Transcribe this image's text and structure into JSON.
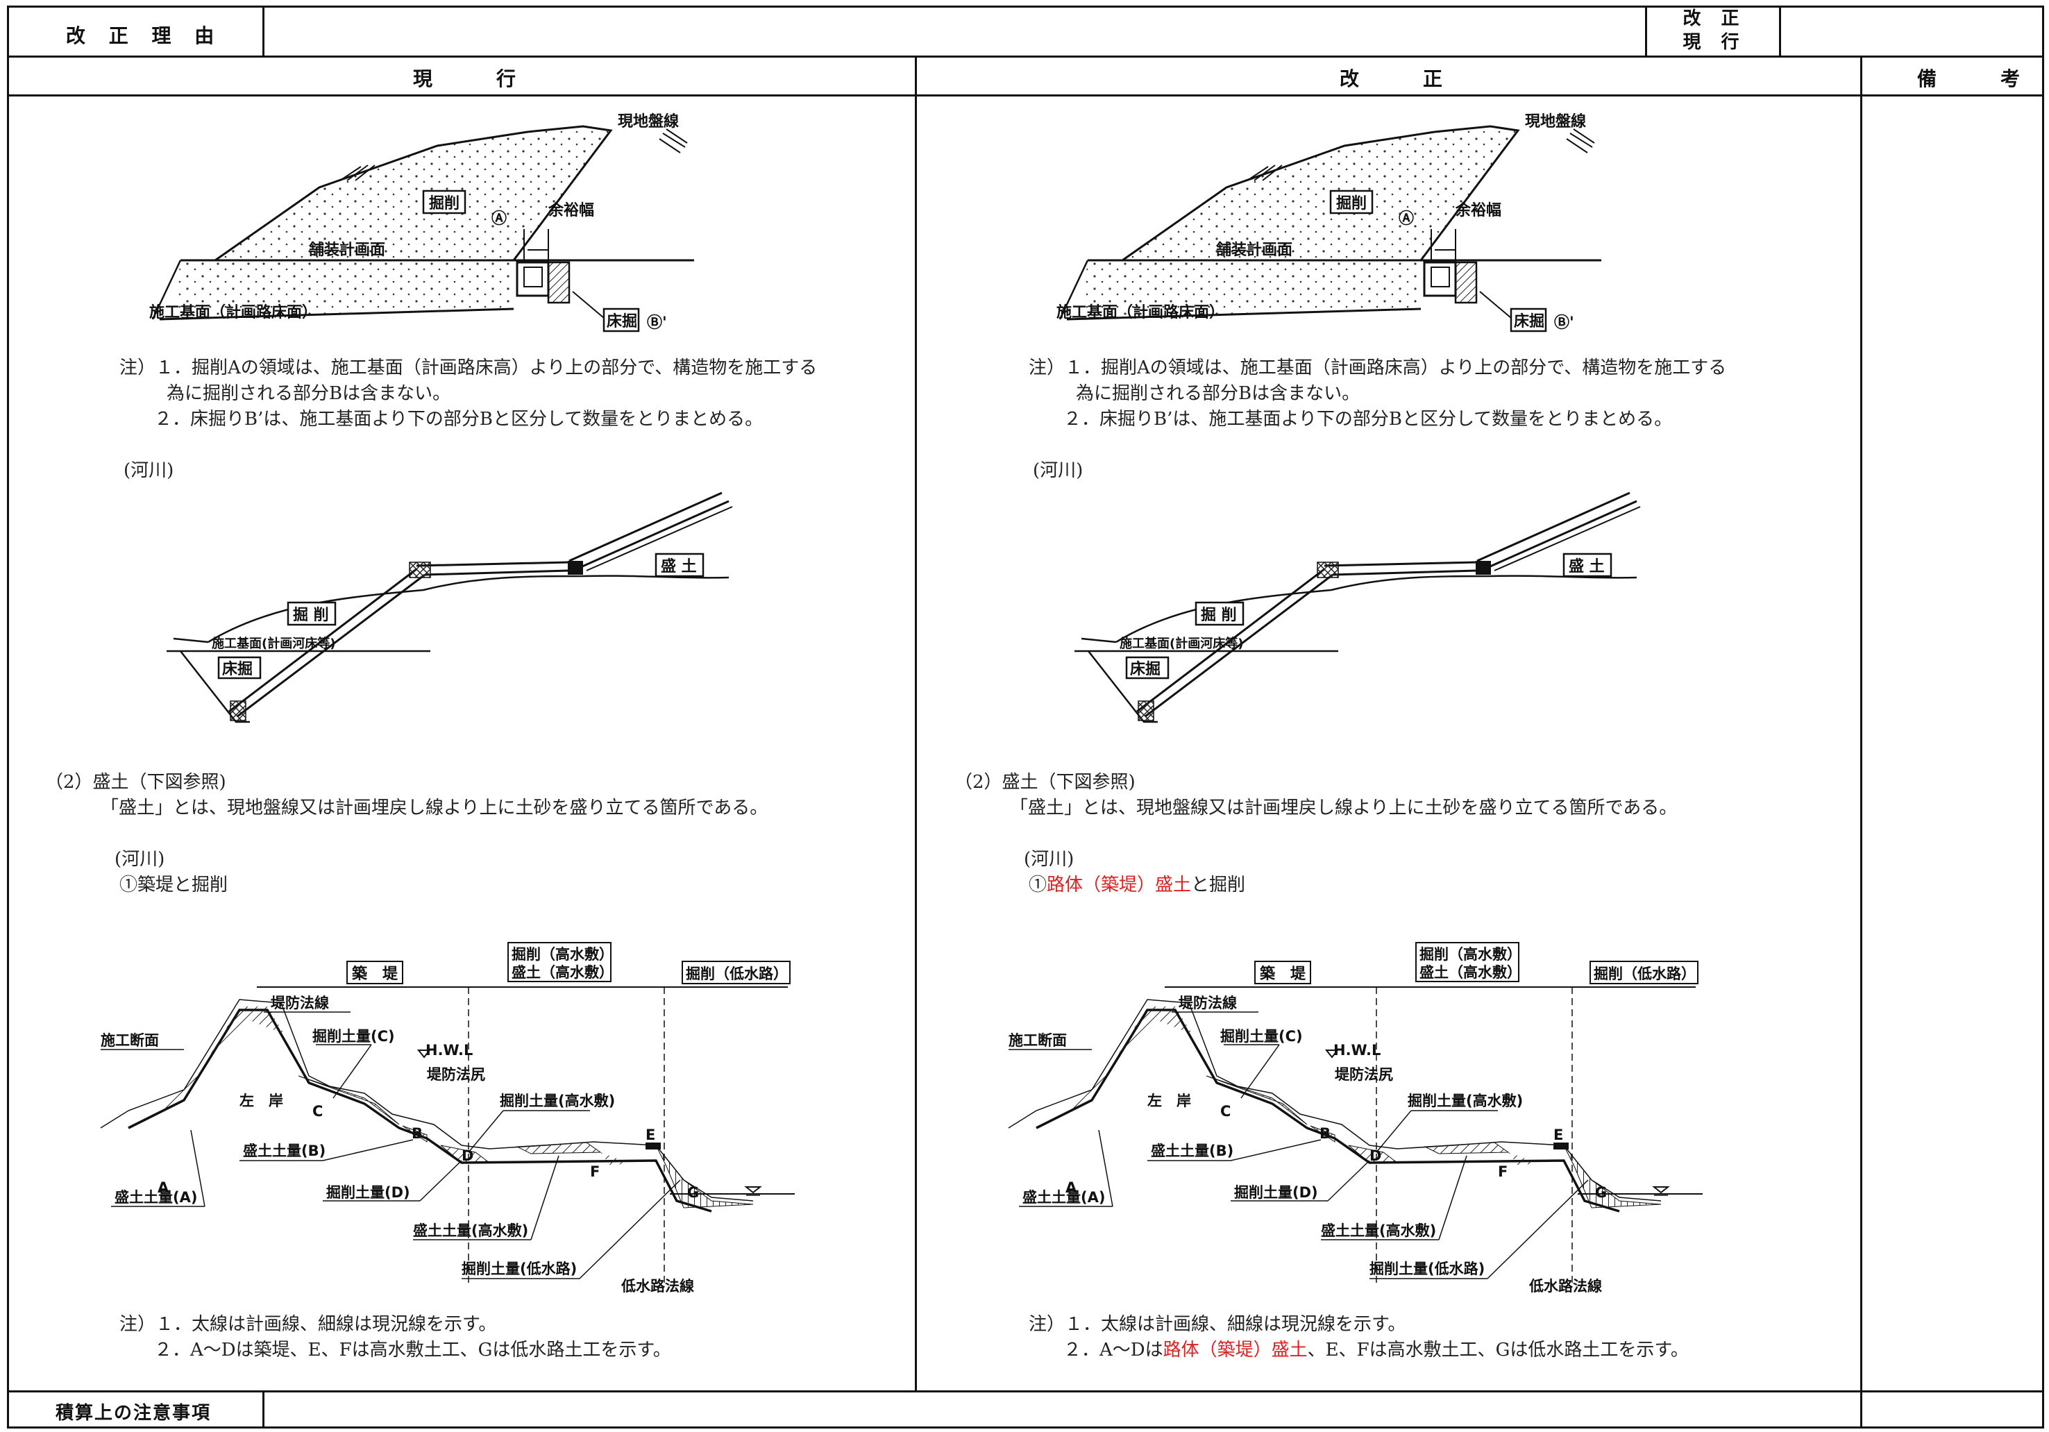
{
  "header": {
    "reason_label": "改 正 理 由",
    "kaisei_genkou_top": "改 正",
    "kaisei_genkou_bottom": "現 行",
    "col_current": "現　　行",
    "col_revised": "改　　正",
    "col_notes": "備　　考",
    "footer_label": "積算上の注意事項"
  },
  "diagram1": {
    "ground_line": "現地盤線",
    "excavation": "掘削",
    "marker_a": "Ⓐ",
    "margin_width": "余裕幅",
    "pavement_plan": "舗装計画面",
    "base_surface": "施工基面（計画路床面）",
    "floor_excavation": "床掘",
    "marker_b": "Ⓑ'"
  },
  "diagram2": {
    "embankment": "盛 土",
    "excavation": "掘 削",
    "base_surface": "施工基面(計画河床等)",
    "floor_excavation": "床掘"
  },
  "diagram3": {
    "levee": "築　堤",
    "exc_high": "掘削（高水敷）",
    "fill_high": "盛土（高水敷）",
    "exc_low": "掘削（低水路）",
    "levee_slope_line": "堤防法線",
    "construction_section": "施工断面",
    "exc_c": "掘削土量(C)",
    "hwl": "H.W.L",
    "levee_toe": "堤防法尻",
    "left_bank": "左　岸",
    "exc_high_amount": "掘削土量(高水敷)",
    "fill_b": "盛土土量(B)",
    "exc_d": "掘削土量(D)",
    "fill_a": "盛土土量(A)",
    "fill_high_amount": "盛土土量(高水敷)",
    "exc_low_amount": "掘削土量(低水路)",
    "low_channel_slope": "低水路法線",
    "label_a": "A",
    "label_b": "B",
    "label_c": "C",
    "label_d": "D",
    "label_e": "E",
    "label_f": "F",
    "label_g": "G"
  },
  "current": {
    "note1a": "注）１．掘削Aの領域は、施工基面（計画路床高）より上の部分で、構造物を施工する",
    "note1b": "為に掘削される部分Bは含まない。",
    "note2": "２．床掘りB’は、施工基面より下の部分Bと区分して数量をとりまとめる。",
    "river1": "(河川)",
    "sec2_title": "（2）盛土（下図参照)",
    "sec2_body": "「盛土」とは、現地盤線又は計画埋戻し線より上に土砂を盛り立てる箇所である。",
    "river2": "(河川)",
    "item1": "①築堤と掘削",
    "bnote1": "注）１．太線は計画線、細線は現況線を示す。",
    "bnote2": "２．A～Dは築堤、E、Fは高水敷土工、Gは低水路土工を示す。"
  },
  "revised": {
    "note1a": "注）１．掘削Aの領域は、施工基面（計画路床高）より上の部分で、構造物を施工する",
    "note1b": "為に掘削される部分Bは含まない。",
    "note2": "２．床掘りB’は、施工基面より下の部分Bと区分して数量をとりまとめる。",
    "river1": "(河川)",
    "sec2_title": "（2）盛土（下図参照)",
    "sec2_body": "「盛土」とは、現地盤線又は計画埋戻し線より上に土砂を盛り立てる箇所である。",
    "river2": "(河川)",
    "item1_pre": "①",
    "item1_red": "路体（築堤）盛土",
    "item1_post": "と掘削",
    "bnote1": "注）１．太線は計画線、細線は現況線を示す。",
    "bnote2_pre": "２．A～Dは",
    "bnote2_red": "路体（築堤）盛土",
    "bnote2_post": "、E、Fは高水敷土工、Gは低水路土工を示す。"
  },
  "colors": {
    "revision_red": "#e02020"
  }
}
